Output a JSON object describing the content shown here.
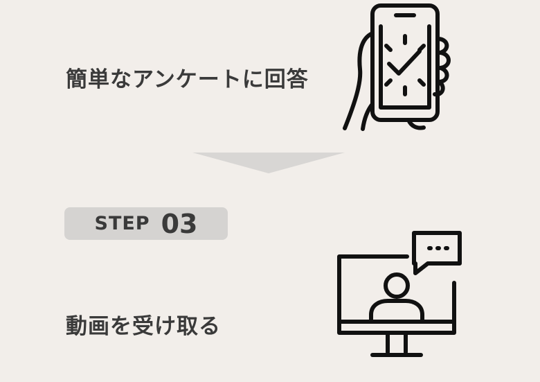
{
  "steps": {
    "answer_survey": "簡単なアンケートに回答",
    "receive_video": "動画を受け取る"
  },
  "badge": {
    "label": "STEP",
    "number": "03"
  },
  "icons": {
    "phone": "hand-phone-check-icon",
    "monitor": "monitor-user-chat-icon"
  },
  "colors": {
    "background": "#f2eeea",
    "text": "#3a3a3a",
    "badge": "#d5d3d1",
    "arrow": "#d8d6d4"
  }
}
